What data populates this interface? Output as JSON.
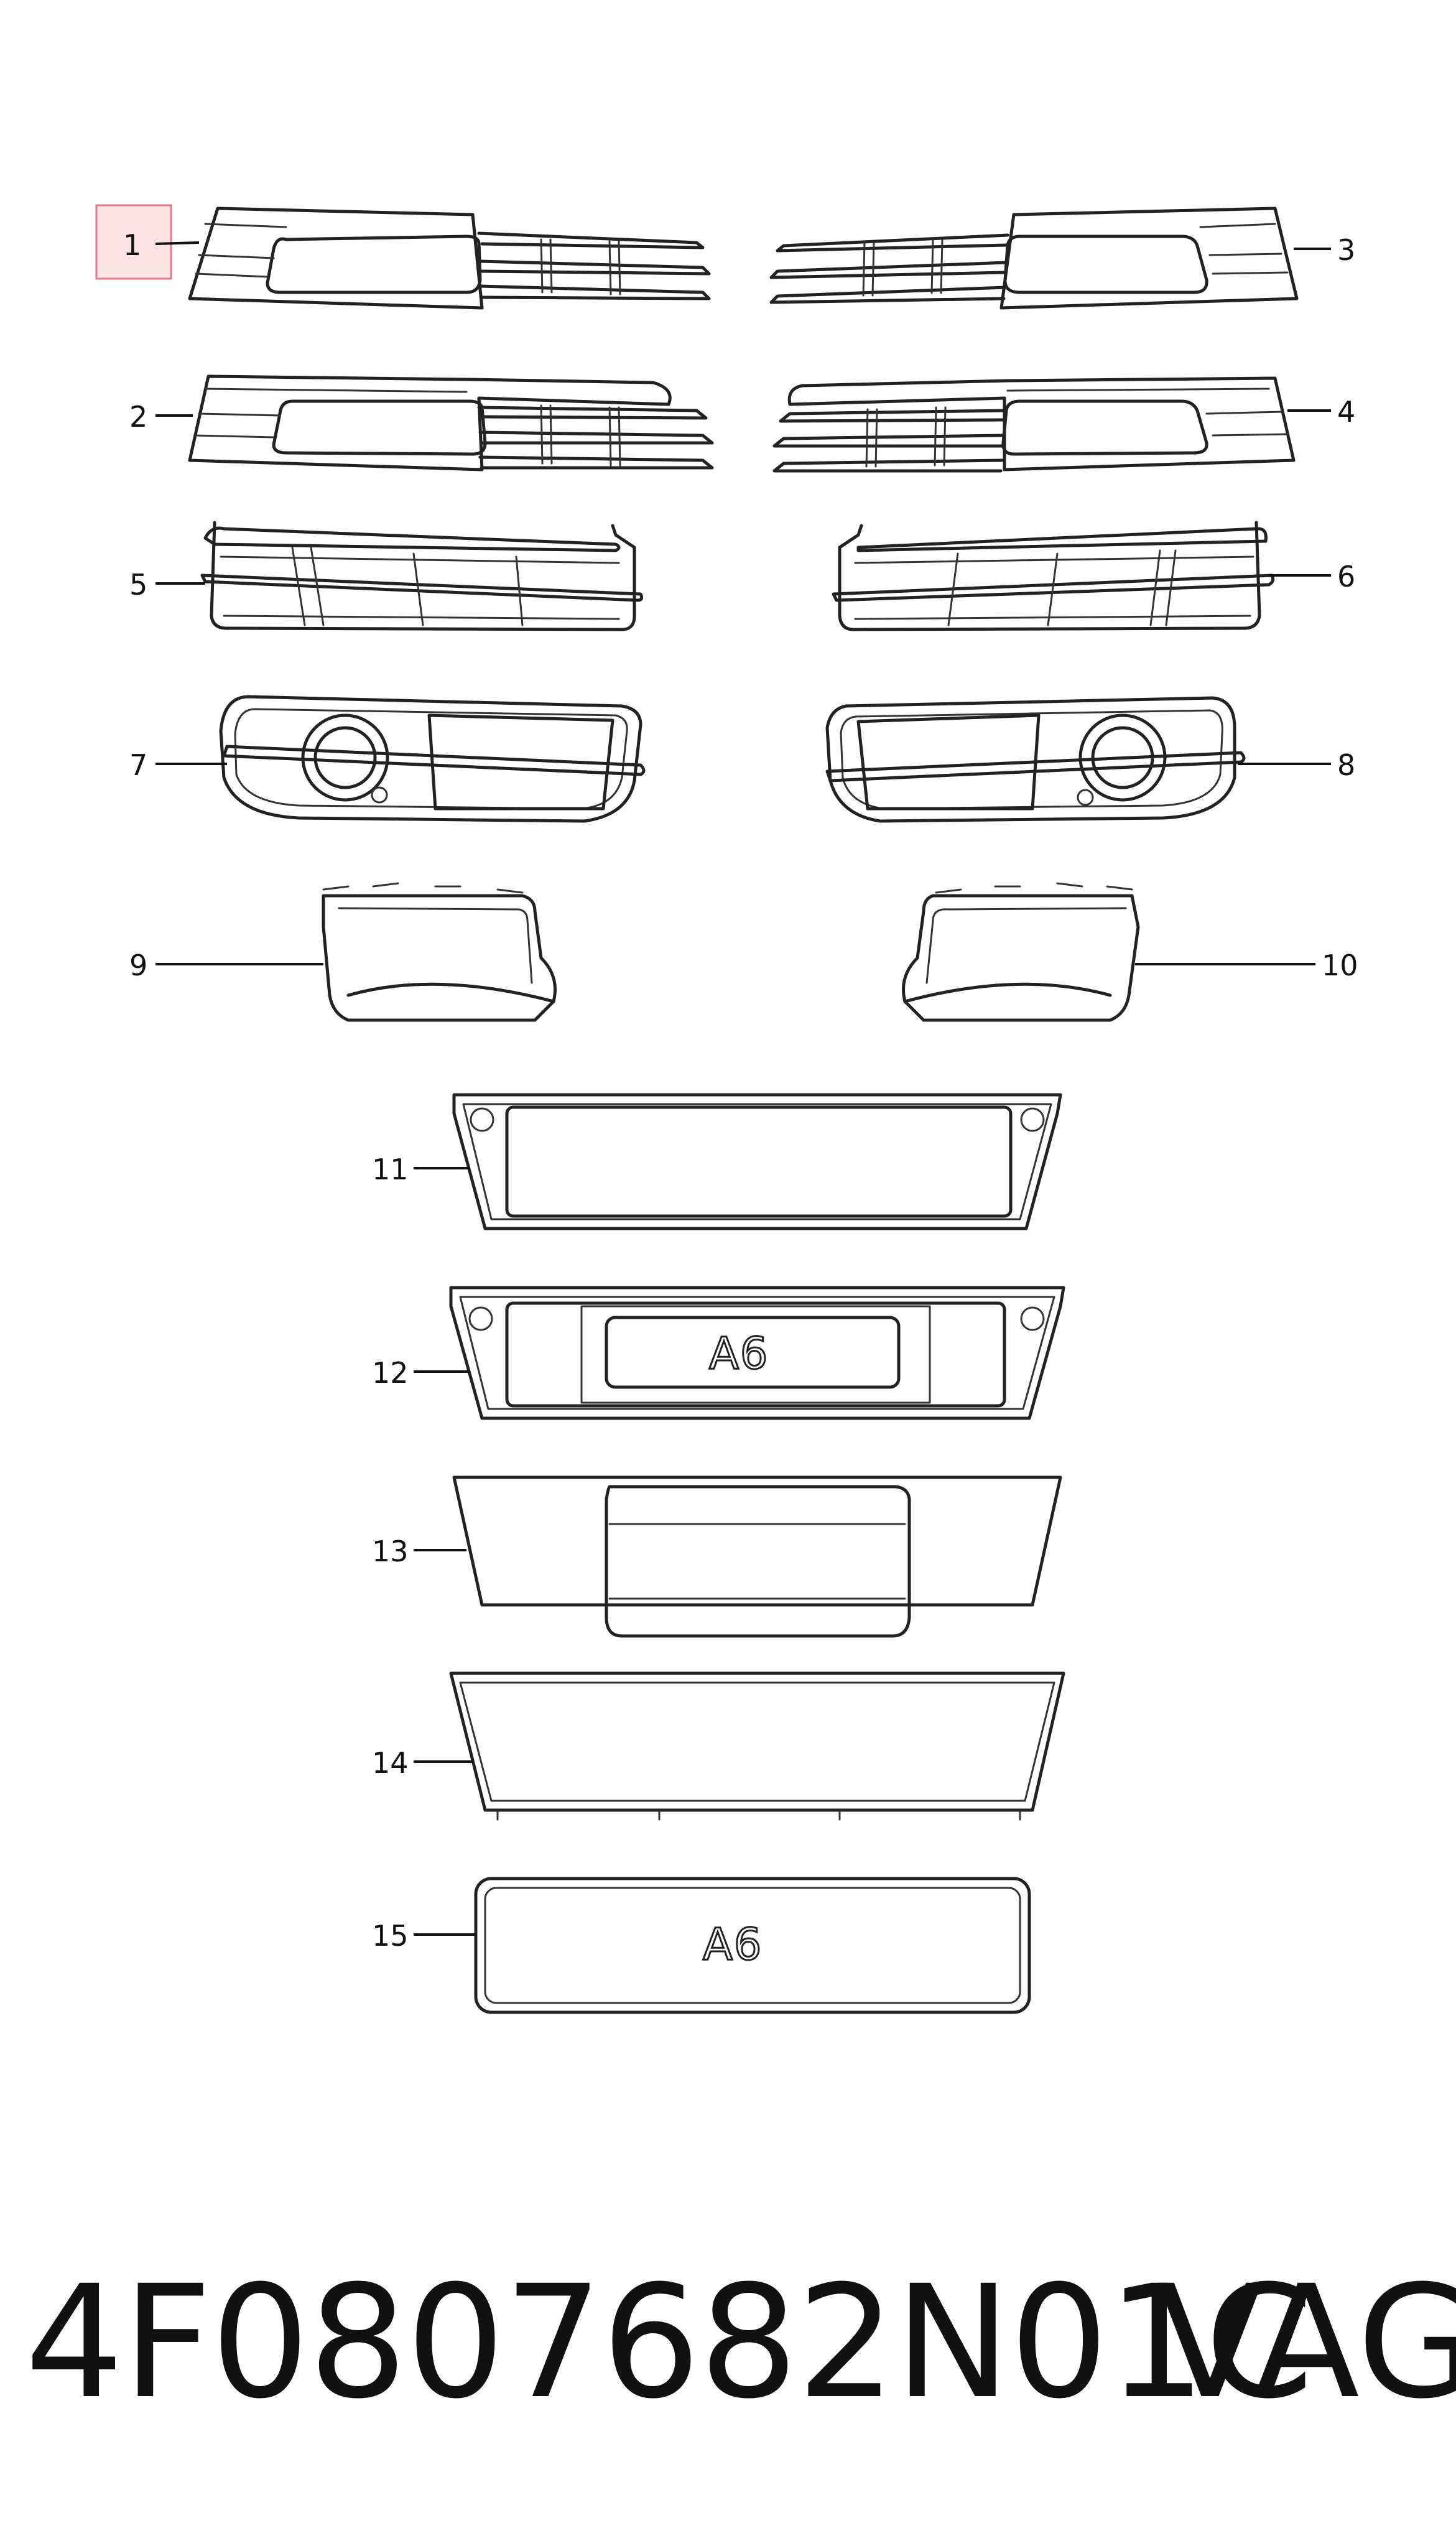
{
  "callouts": {
    "c1": "1",
    "c2": "2",
    "c3": "3",
    "c4": "4",
    "c5": "5",
    "c6": "6",
    "c7": "7",
    "c8": "8",
    "c9": "9",
    "c10": "10",
    "c11": "11",
    "c12": "12",
    "c13": "13",
    "c14": "14",
    "c15": "15"
  },
  "emblem_text": "A6",
  "footer": {
    "part_number": "4F0807682N01C",
    "brand": "VAG"
  },
  "colors": {
    "line": "#222222",
    "highlight_fill": "#fbe3e6",
    "highlight_stroke": "#e27b86"
  }
}
